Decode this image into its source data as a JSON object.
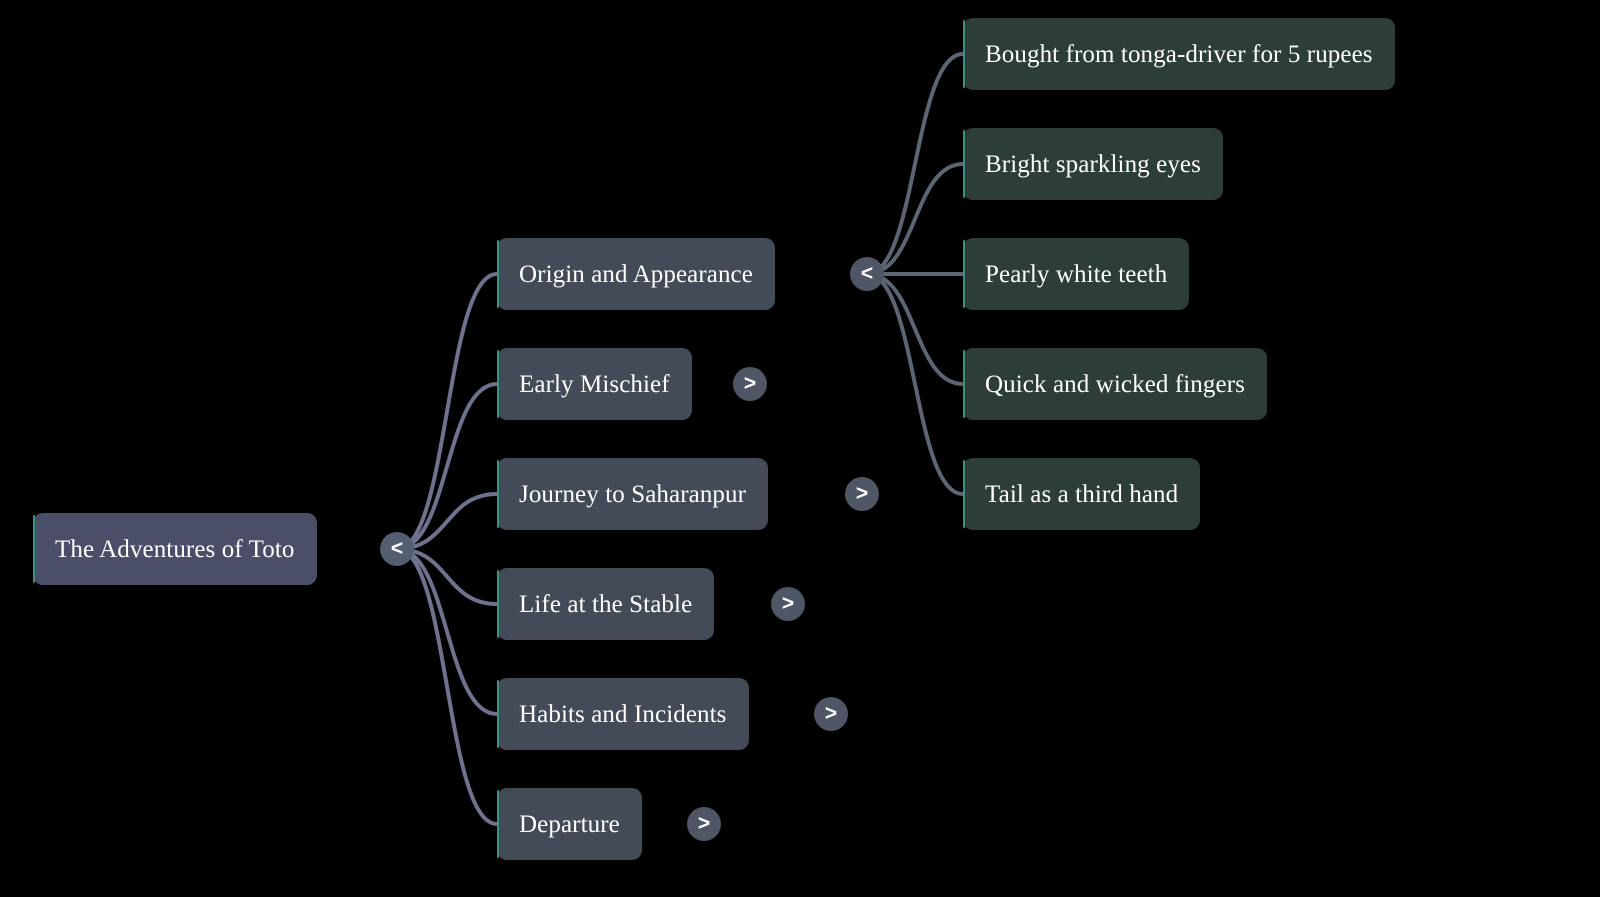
{
  "diagram": {
    "type": "mindmap",
    "title": "The Adventures of Toto",
    "background": "#000000",
    "colors": {
      "root_fill": "#4a4e68",
      "branch_fill": "#424b57",
      "leaf_fill": "#2d3d39",
      "edge_accent": "#3f8f80",
      "root_link": "#6f728e",
      "branch_link": "#5c6573",
      "toggle_fill": "#555d70",
      "text": "#ffffff"
    }
  },
  "root": {
    "label": "The Adventures of Toto",
    "expanded": true,
    "toggle_glyph": "<"
  },
  "branches": [
    {
      "label": "Origin and Appearance",
      "expanded": true,
      "toggle_glyph": "<"
    },
    {
      "label": "Early Mischief",
      "expanded": false,
      "toggle_glyph": ">"
    },
    {
      "label": "Journey to Saharanpur",
      "expanded": false,
      "toggle_glyph": ">"
    },
    {
      "label": "Life at the Stable",
      "expanded": false,
      "toggle_glyph": ">"
    },
    {
      "label": "Habits and Incidents",
      "expanded": false,
      "toggle_glyph": ">"
    },
    {
      "label": "Departure",
      "expanded": false,
      "toggle_glyph": ">"
    }
  ],
  "leaves": [
    {
      "label": "Bought from tonga-driver for 5 rupees",
      "parent": "Origin and Appearance"
    },
    {
      "label": "Bright sparkling eyes",
      "parent": "Origin and Appearance"
    },
    {
      "label": "Pearly white teeth",
      "parent": "Origin and Appearance"
    },
    {
      "label": "Quick and wicked fingers",
      "parent": "Origin and Appearance"
    },
    {
      "label": "Tail as a third hand",
      "parent": "Origin and Appearance"
    }
  ]
}
